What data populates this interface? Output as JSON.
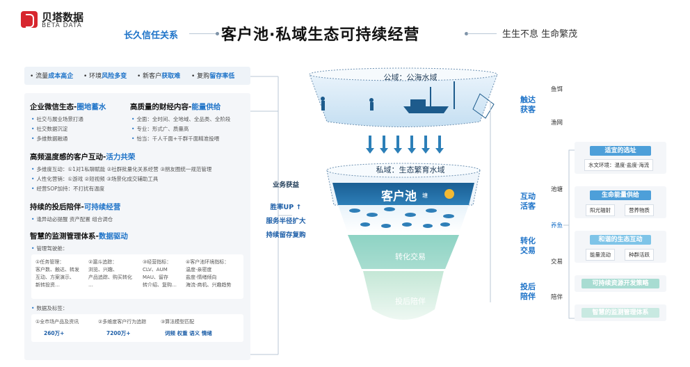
{
  "header": {
    "logo_cn": "贝塔数据",
    "logo_en": "BETA DATA",
    "subtitle": "长久信任关系",
    "title": "客户池·私域生态可持续经营",
    "slogan": "生生不息  生命繁茂"
  },
  "challenges": {
    "items": [
      {
        "pre": "流量",
        "em": "成本高企"
      },
      {
        "pre": "环境",
        "em": "风险多变"
      },
      {
        "pre": "新客户",
        "em": "获取难"
      },
      {
        "pre": "复购",
        "em": "留存率低"
      }
    ]
  },
  "sections": {
    "s1": {
      "title": "企业微信生态-",
      "em": "圈地蓄水",
      "bullets": [
        "社交与展业场景打通",
        "社交数据沉淀",
        "多维数据融通"
      ]
    },
    "s2": {
      "title": "高质量的财经内容-",
      "em": "能量供给",
      "bullets": [
        "全面：全时间、全地域、全品类、全阶段",
        "专业：形式广、质量高",
        "恰当：千人千面+千群千面精准投喂"
      ]
    },
    "s3": {
      "title": "高频温度感的客户互动-",
      "em": "活力共荣",
      "bullets": [
        "多维度互动：①1对1私聊赋能 ②社群批量化关系经营 ③朋友圈统一规范管理",
        "人性化营销：①游戏 ②短视频 ③场景化成交辅助工具",
        "经营SOP加持：不打扰有温度"
      ]
    },
    "s4": {
      "title": "持续的投后陪伴-",
      "em": "可持续经营",
      "bullets": [
        "逢异动必提醒 资产配置 组合调仓"
      ]
    },
    "s5": {
      "title": "智慧的监测管理体系-",
      "em": "数据驱动",
      "bullets": [
        "管理驾驶舱：",
        "数据及标签："
      ]
    }
  },
  "cockpit": {
    "cols": [
      [
        "①任务管理：",
        "客户数、触达、转发",
        "互动、方案演示、",
        "新转投资…"
      ],
      [
        "②漏斗追踪：",
        "浏览、兴趣、",
        "产品追踪、购买转化",
        "…"
      ],
      [
        "③经营指标：",
        "CLV、AUM",
        "MAU、留存",
        "转介绍、复购…"
      ],
      [
        "④客户池环境指标：",
        "温度-亲密度",
        "盐度-情绪倾向",
        "海流-商机、兴趣趋势"
      ]
    ]
  },
  "tags_panel": {
    "c1": "①全市场产品及资讯",
    "c1v": "260万+",
    "c2": "②多维度客户行为追踪",
    "c2v": "7200万+",
    "c3": "③算法模型匹配",
    "c3v": "词频  权重  语义  情绪"
  },
  "benefits": {
    "title": "业务获益",
    "lines": [
      "胜率UP ↑",
      "服务半径扩大",
      "持续留存复购"
    ]
  },
  "funnel": {
    "public": "公域：公海水域",
    "private": "私域：生态繁育水域",
    "pond": "客户池",
    "pond_sub": "塘",
    "convert": "转化交易",
    "accompany": "投后陪伴"
  },
  "stages": {
    "s1": "触达获客",
    "s2": "互动活客",
    "s3": "转化交易",
    "s4": "投后陪伴"
  },
  "small_labels": {
    "bait": "鱼饵",
    "net": "渔网",
    "pond": "池塘",
    "raise": "养鱼",
    "trade": "交易",
    "company": "陪伴"
  },
  "right_boxes": {
    "b1": {
      "title": "适宜的选址",
      "sub": "水文环境：温度·盐度·海流"
    },
    "b2": {
      "title": "生命能量供给",
      "tags": [
        "阳光辐射",
        "营养物质"
      ]
    },
    "b3": {
      "title": "和谐的生态互动",
      "tags": [
        "能量流动",
        "种群活跃"
      ]
    },
    "b4": {
      "title": "可持续资源开发策略"
    },
    "b5": {
      "title": "智慧的监测管理体系"
    }
  },
  "colors": {
    "accent": "#1e73c8",
    "dark_blue": "#1b5f96",
    "teal": "#5fbfb3",
    "light_green": "#bfe6d3"
  }
}
